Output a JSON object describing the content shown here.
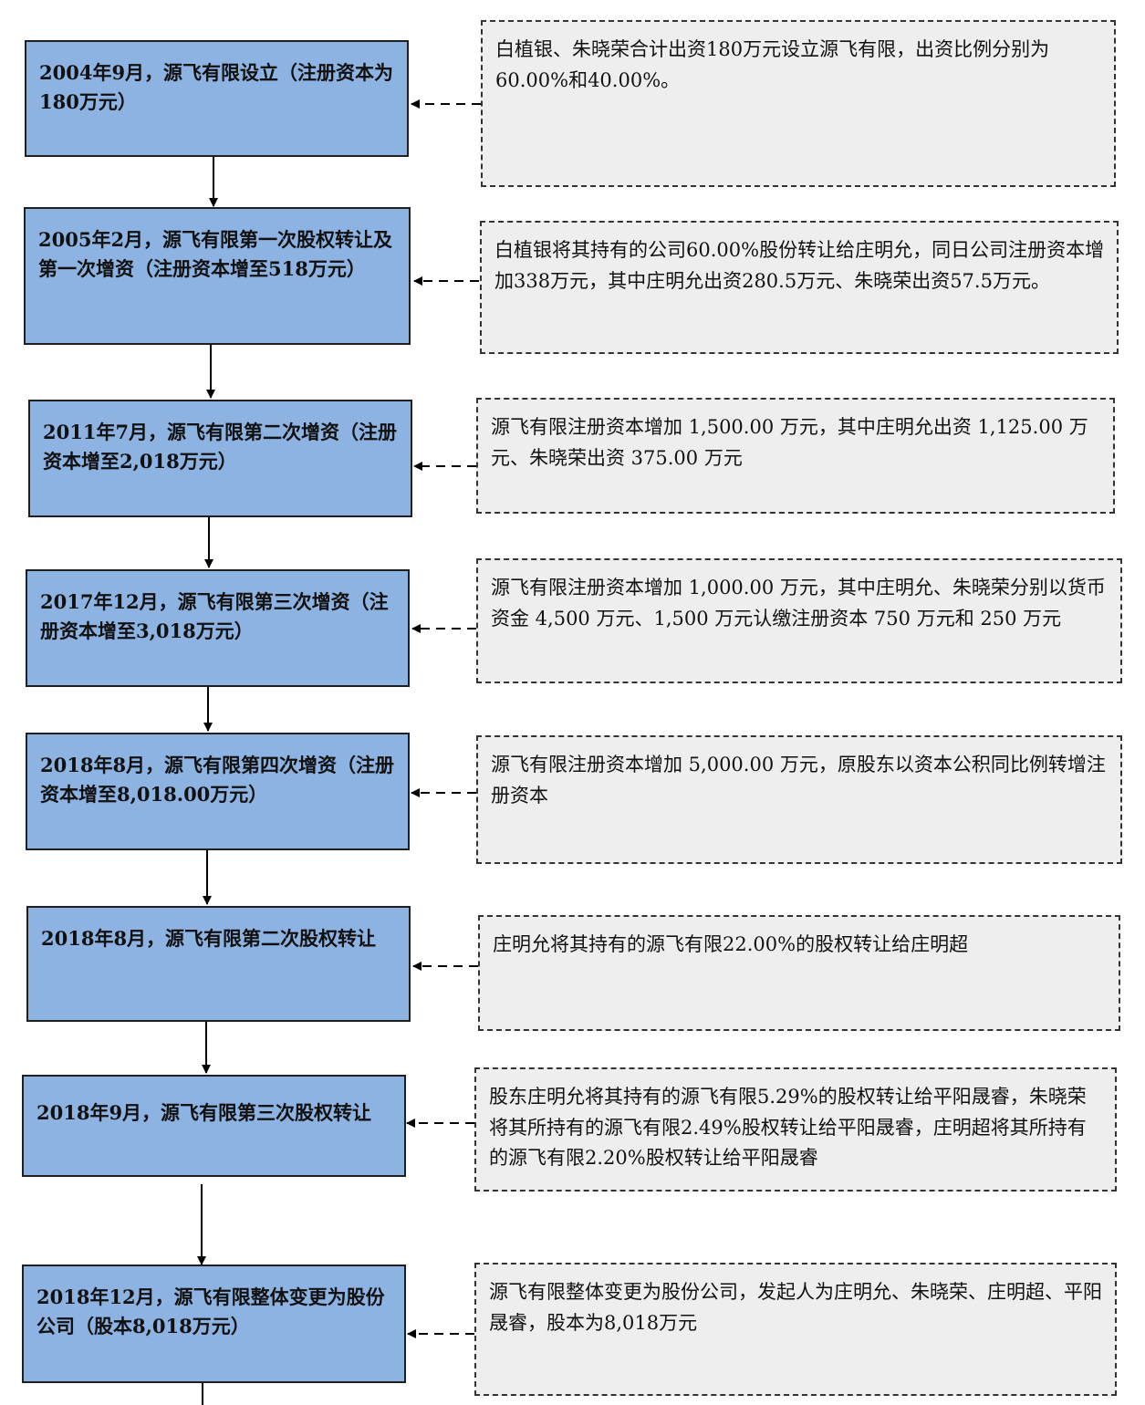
{
  "stages": [
    {
      "label": "2004年9月，源飞有限设立（注册资本为180万元）",
      "note": "白植银、朱晓荣合计出资180万元设立源飞有限，出资比例分别为60.00%和40.00%。"
    },
    {
      "label": "2005年2月，源飞有限第一次股权转让及第一次增资（注册资本增至518万元）",
      "note": "白植银将其持有的公司60.00%股份转让给庄明允，同日公司注册资本增加338万元，其中庄明允出资280.5万元、朱晓荣出资57.5万元。"
    },
    {
      "label": "2011年7月，源飞有限第二次增资（注册资本增至2,018万元）",
      "note": "源飞有限注册资本增加 1,500.00 万元，其中庄明允出资 1,125.00 万元、朱晓荣出资 375.00 万元"
    },
    {
      "label": "2017年12月，源飞有限第三次增资（注册资本增至3,018万元）",
      "note": "源飞有限注册资本增加 1,000.00 万元，其中庄明允、朱晓荣分别以货币资金 4,500 万元、1,500 万元认缴注册资本 750 万元和 250 万元"
    },
    {
      "label": "2018年8月，源飞有限第四次增资（注册资本增至8,018.00万元）",
      "note": "源飞有限注册资本增加 5,000.00 万元，原股东以资本公积同比例转增注册资本"
    },
    {
      "label": "2018年8月，源飞有限第二次股权转让",
      "note": "庄明允将其持有的源飞有限22.00%的股权转让给庄明超"
    },
    {
      "label": "2018年9月，源飞有限第三次股权转让",
      "note": "股东庄明允将其持有的源飞有限5.29%的股权转让给平阳晟睿，朱晓荣将其所持有的源飞有限2.49%股权转让给平阳晟睿，庄明超将其所持有的源飞有限2.20%股权转让给平阳晟睿"
    },
    {
      "label": "2018年12月，源飞有限整体变更为股份公司（股本8,018万元）",
      "note": "源飞有限整体变更为股份公司，发起人为庄明允、朱晓荣、庄明超、平阳晟睿，股本为8,018万元"
    }
  ]
}
